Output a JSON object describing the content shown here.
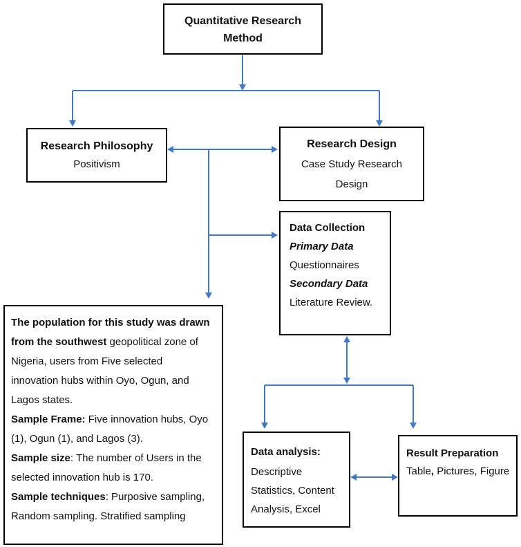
{
  "nodes": {
    "quant": {
      "title_line1": "Quantitative Research",
      "title_line2": "Method"
    },
    "philosophy": {
      "title": "Research Philosophy",
      "body": "Positivism"
    },
    "design": {
      "title": "Research Design",
      "body_line1": "Case Study Research",
      "body_line2": "Design"
    },
    "collection": {
      "title": "Data Collection",
      "primary_label": "Primary Data",
      "primary_value": "Questionnaires",
      "secondary_label": "Secondary Data",
      "secondary_value": "Literature Review."
    },
    "population": {
      "intro_bold_1": "The population for this study was drawn",
      "intro_bold_2": "from the southwest",
      "intro_rest_2": " geopolitical zone of",
      "line3": "Nigeria, users from Five selected",
      "line4": "innovation hubs within Oyo, Ogun, and",
      "line5": "Lagos states.",
      "frame_label": "Sample Frame",
      "frame_colon": ":",
      "frame_value_1": " Five innovation hubs, Oyo",
      "frame_value_2": "(1), Ogun (1), and Lagos (3).",
      "size_label": "Sample size",
      "size_value_1": ": The number of Users in the",
      "size_value_2": "selected innovation hub is 170.",
      "tech_label": "Sample techniques",
      "tech_value_1": ": Purposive sampling,",
      "tech_value_2": "Random sampling. Stratified sampling"
    },
    "analysis": {
      "title": "Data analysis:",
      "line1": "Descriptive",
      "line2": "Statistics, Content",
      "line3": "Analysis, Excel"
    },
    "result": {
      "title": "Result Preparation",
      "body_a": "Table",
      "body_comma": ",",
      "body_b": " Pictures, Figure"
    }
  },
  "colors": {
    "arrow": "#3f78c8",
    "border": "#000000"
  }
}
